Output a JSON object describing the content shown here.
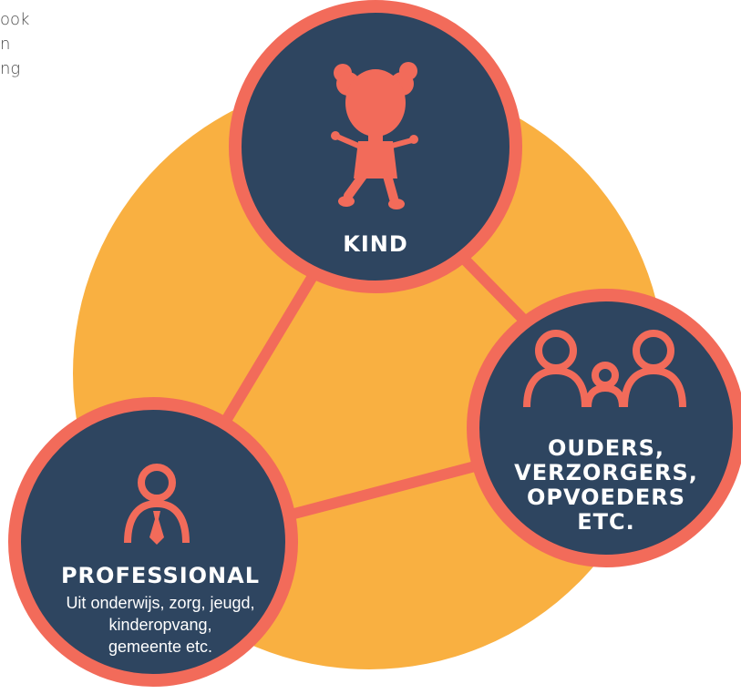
{
  "intro_fragment": [
    "ook",
    "n",
    "ng"
  ],
  "colors": {
    "background_circle": "#F9B041",
    "node_fill": "#2E4560",
    "accent": "#F26B5A",
    "text": "#FFFFFF"
  },
  "nodes": {
    "kind": {
      "icon": "child-icon",
      "title": "KIND"
    },
    "ouders": {
      "icon": "family-icon",
      "title_lines": [
        "OUDERS,",
        "VERZORGERS,",
        "OPVOEDERS",
        "ETC."
      ]
    },
    "professional": {
      "icon": "professional-icon",
      "title": "PROFESSIONAL",
      "desc_lines": [
        "Uit onderwijs, zorg, jeugd,",
        "kinderopvang,",
        "gemeente etc."
      ]
    }
  }
}
